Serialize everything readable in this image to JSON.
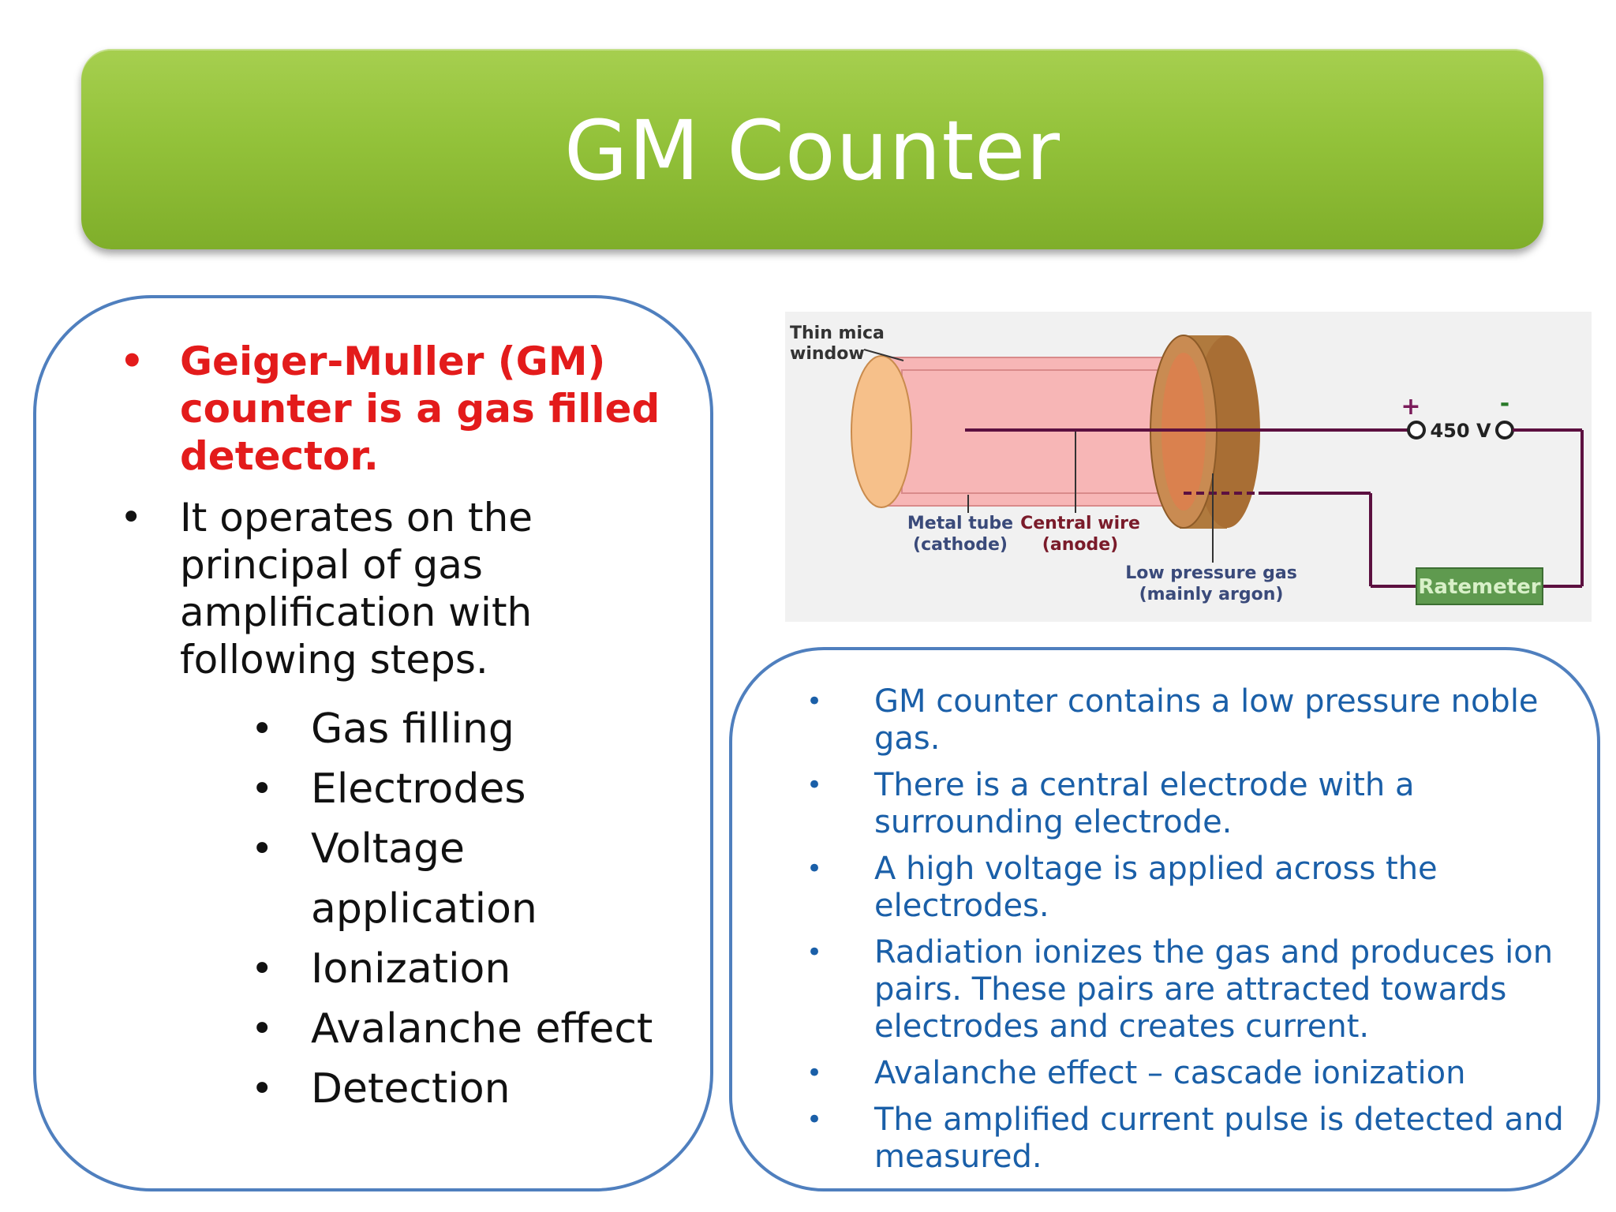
{
  "title": "GM Counter",
  "left_panel": {
    "bullets": [
      {
        "text": "Geiger-Muller (GM) counter is a gas filled detector."
      },
      {
        "text": "It operates on the principal of gas amplification with following steps."
      }
    ],
    "steps": [
      "Gas filling",
      "Electrodes",
      "Voltage application",
      "Ionization",
      "Avalanche effect",
      "Detection"
    ]
  },
  "diagram": {
    "window_label": [
      "Thin mica",
      "window"
    ],
    "tube_label": [
      "Metal tube",
      "(cathode)"
    ],
    "wire_label": [
      "Central wire",
      "(anode)"
    ],
    "gas_label": [
      "Low pressure gas",
      "(mainly argon)"
    ],
    "voltage_label": "450 V",
    "plus_sign": "+",
    "minus_sign": "-",
    "ratemeter_label": "Ratemeter",
    "colors": {
      "tube": "#f7b6b6",
      "end_cap": "#b07a3e",
      "window": "#f6c08a",
      "wire": "#5c1040",
      "ratemeter": "#5f9a4f"
    }
  },
  "right_panel": {
    "bullets": [
      "GM counter contains a low pressure noble gas.",
      "There is a central electrode with a surrounding electrode.",
      "A high voltage is applied across the electrodes.",
      "Radiation ionizes the gas and produces ion pairs. These pairs are attracted towards electrodes and creates current.",
      "Avalanche effect – cascade ionization",
      "The amplified current pulse is detected and measured."
    ]
  },
  "colors": {
    "title_bar": "#93c23a",
    "box_border": "#4f7fbe",
    "highlight_red": "#e31b1b",
    "right_text": "#1a5fa8"
  }
}
